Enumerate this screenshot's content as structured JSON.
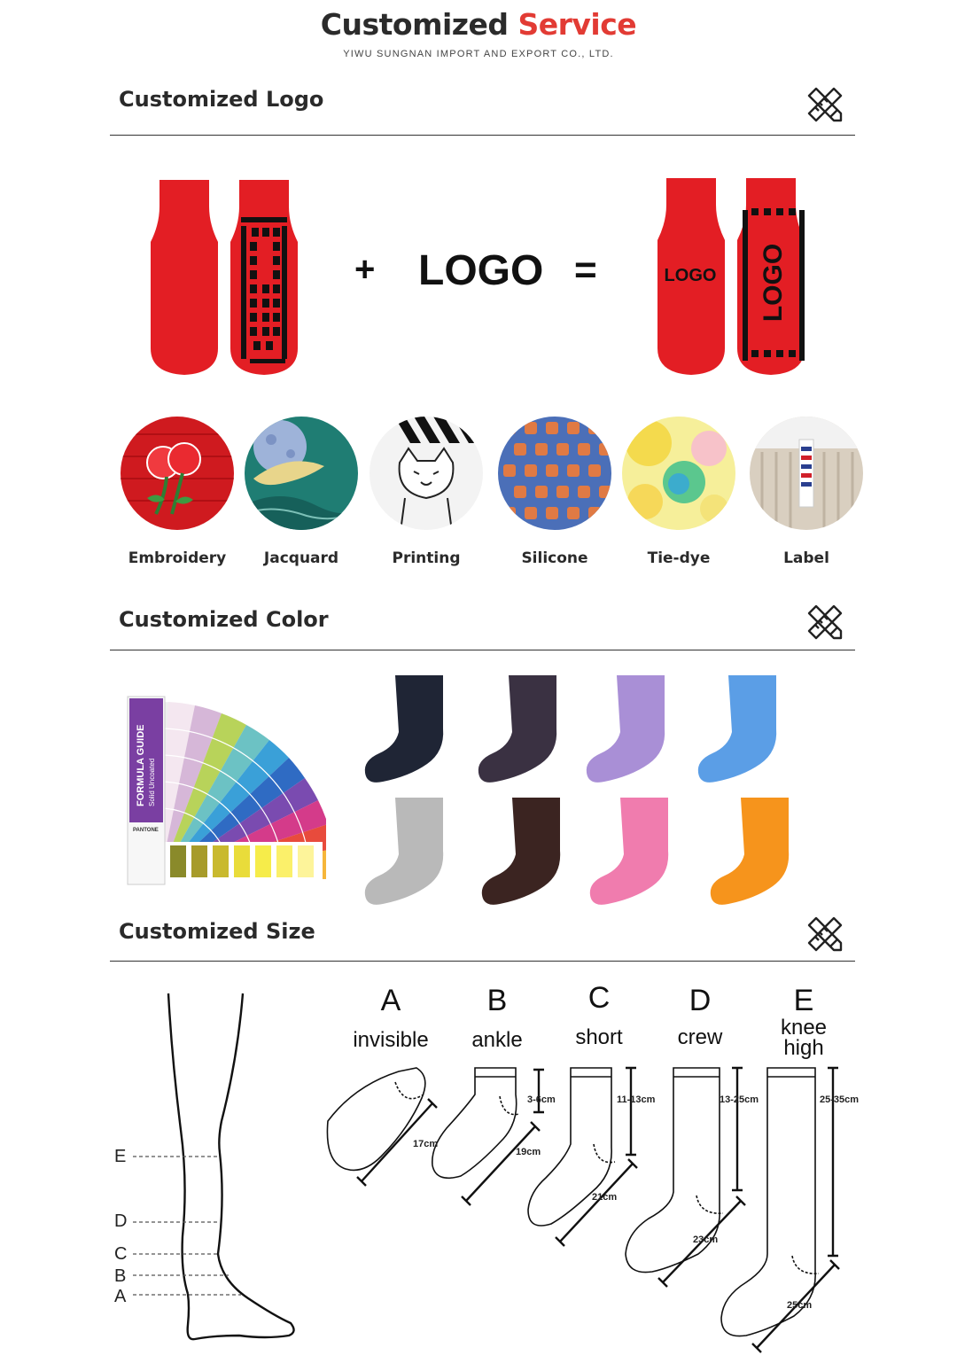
{
  "header": {
    "title_part1": "Customized",
    "title_part2": "Service",
    "company": "YIWU SUNGNAN IMPORT AND EXPORT CO., LTD."
  },
  "sections": {
    "logo": {
      "title": "Customized Logo",
      "icon": "pencil-ruler-icon"
    },
    "color": {
      "title": "Customized Color",
      "icon": "pencil-ruler-icon"
    },
    "size": {
      "title": "Customized Size",
      "icon": "pencil-ruler-icon"
    }
  },
  "logo_equation": {
    "plus": "+",
    "logo_text": "LOGO",
    "equals": "=",
    "sock_print_text": "LOGO",
    "sock_color": "#e31e24"
  },
  "techniques": [
    {
      "label": "Embroidery",
      "icon": "embroidery-sample"
    },
    {
      "label": "Jacquard",
      "icon": "jacquard-sample"
    },
    {
      "label": "Printing",
      "icon": "printing-sample"
    },
    {
      "label": "Silicone",
      "icon": "silicone-sample"
    },
    {
      "label": "Tie-dye",
      "icon": "tie-dye-sample"
    },
    {
      "label": "Label",
      "icon": "label-sample"
    }
  ],
  "color_guide": {
    "guide_title": "FORMULA GUIDE",
    "guide_subtitle": "Solid Uncoated",
    "brand": "PANTONE"
  },
  "sock_colors": [
    "#1f2535",
    "#3a3142",
    "#a98fd6",
    "#5b9ee6",
    "#b9b9b9",
    "#3b2421",
    "#f07cae",
    "#f6941c"
  ],
  "sizes": [
    {
      "letter": "A",
      "name": "invisible",
      "length": "17cm",
      "height": ""
    },
    {
      "letter": "B",
      "name": "ankle",
      "length": "19cm",
      "height": "3-6cm"
    },
    {
      "letter": "C",
      "name": "short",
      "length": "21cm",
      "height": "11-13cm"
    },
    {
      "letter": "D",
      "name": "crew",
      "length": "23cm",
      "height": "13-25cm"
    },
    {
      "letter": "E",
      "name": "knee\nhigh",
      "length": "25cm",
      "height": "25-35cm"
    }
  ],
  "leg_levels": [
    "E",
    "D",
    "C",
    "B",
    "A"
  ]
}
